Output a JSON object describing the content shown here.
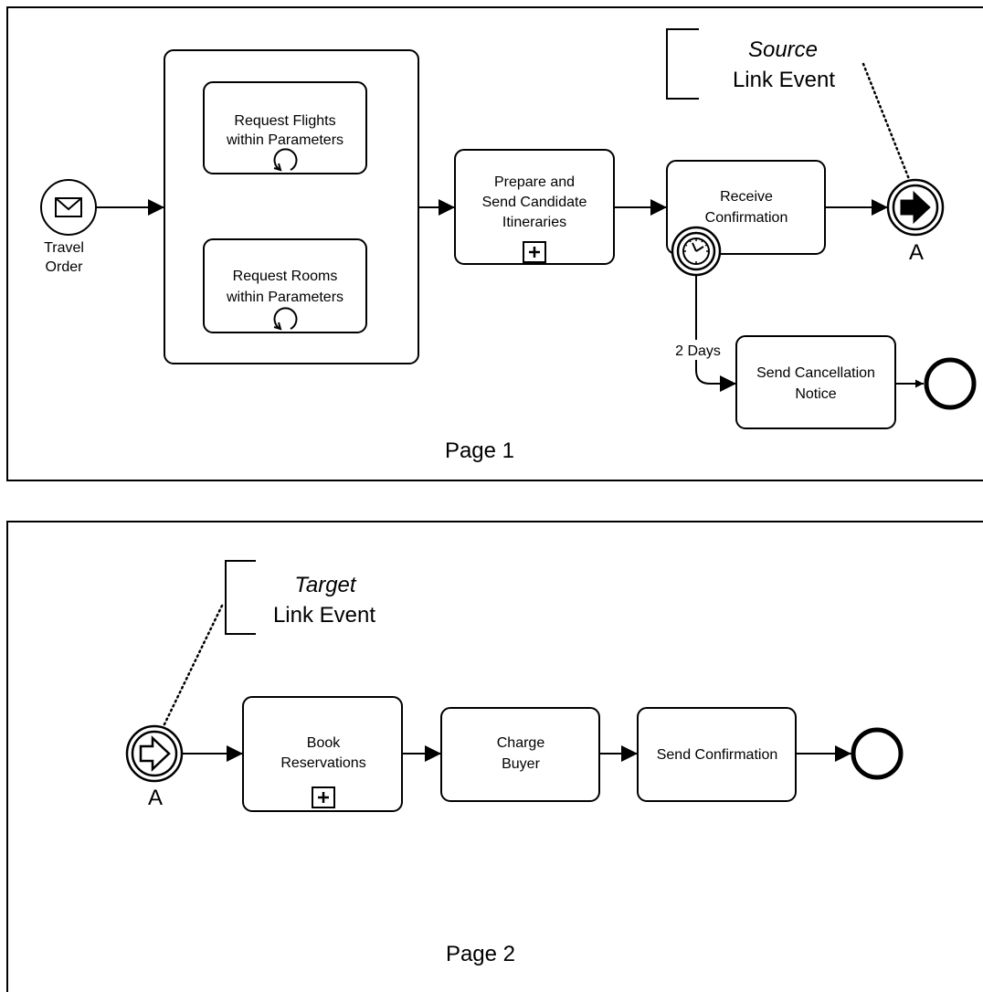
{
  "pages": [
    {
      "label": "Page 1"
    },
    {
      "label": "Page 2"
    }
  ],
  "page1": {
    "start_event": {
      "label_line1": "Travel",
      "label_line2": "Order",
      "icon": "envelope-icon"
    },
    "subprocess_tasks": [
      {
        "line1": "Request Flights",
        "line2": "within Parameters",
        "marker": "loop-icon"
      },
      {
        "line1": "Request Rooms",
        "line2": "within Parameters",
        "marker": "loop-icon"
      }
    ],
    "prepare_task": {
      "line1": "Prepare and",
      "line2": "Send Candidate",
      "line3": "Itineraries",
      "marker": "collapsed-subprocess-plus-icon"
    },
    "receive_task": {
      "line1": "Receive",
      "line2": "Confirmation"
    },
    "timer_event": {
      "label": "2 Days",
      "icon": "clock-icon"
    },
    "cancel_task": {
      "line1": "Send Cancellation",
      "line2": "Notice"
    },
    "link_throw": {
      "label": "A",
      "icon": "filled-arrow-icon"
    },
    "annotation": {
      "line1": "Source",
      "line2": "Link Event"
    }
  },
  "page2": {
    "link_catch": {
      "label": "A",
      "icon": "hollow-arrow-icon"
    },
    "annotation": {
      "line1": "Target",
      "line2": "Link Event"
    },
    "book_task": {
      "line1": "Book",
      "line2": "Reservations",
      "marker": "collapsed-subprocess-plus-icon"
    },
    "charge_task": {
      "line1": "Charge",
      "line2": "Buyer"
    },
    "confirm_task": {
      "line1": "Send Confirmation"
    }
  }
}
